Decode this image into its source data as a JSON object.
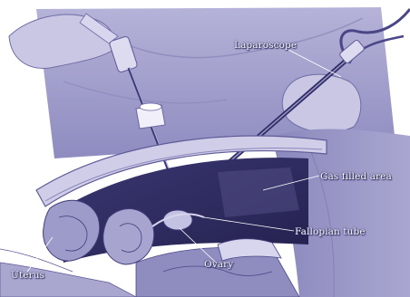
{
  "labels": {
    "laparoscope": "Laparoscope",
    "gas_filled_area": "Gas filled area",
    "fallopian_tube": "Fallopian tube",
    "ovary": "Ovary",
    "uterus": "Uterus"
  },
  "colors": {
    "background": "#ffffff",
    "tint_light": "#a8a6cf",
    "tint_mid": "#7d7ab3",
    "tint_dark": "#4a4787",
    "cavity": "#2e2b63",
    "label_text": "#ffffff"
  }
}
